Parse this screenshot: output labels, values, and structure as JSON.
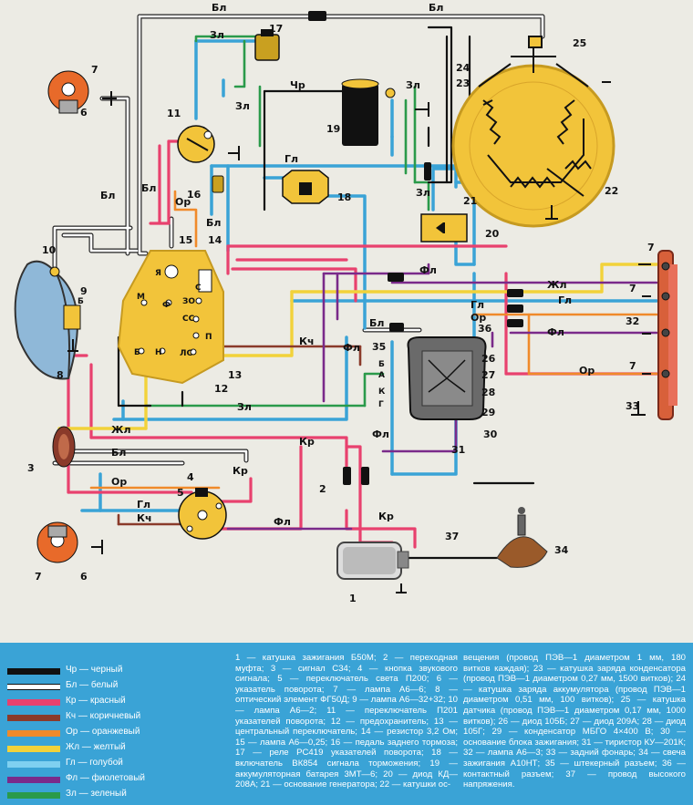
{
  "component_numbers": [
    "1",
    "2",
    "3",
    "4",
    "5",
    "6",
    "7",
    "8",
    "9",
    "10",
    "11",
    "12",
    "13",
    "14",
    "15",
    "16",
    "17",
    "18",
    "19",
    "20",
    "21",
    "22",
    "23",
    "24",
    "25",
    "26",
    "27",
    "28",
    "29",
    "30",
    "31",
    "32",
    "33",
    "34",
    "35",
    "36",
    "37"
  ],
  "wire_labels": {
    "top_bl_1": "Бл",
    "top_bl_2": "Бл",
    "zl_17": "Зл",
    "zl_left_vert": "Зл",
    "chr_19": "Чр",
    "zl_top": "Зл",
    "bl_left": "Бл",
    "bl_mid": "Бл",
    "or_11": "Ор",
    "bl_14": "Бл",
    "gl_18": "Гл",
    "zl_20": "Зл",
    "fl_20": "Фл",
    "zhl_right": "Жл",
    "gl_right": "Гл",
    "or_right": "Ор",
    "gl_conn": "Гл",
    "or_conn": "Ор",
    "bl_35": "Бл",
    "fl_36": "Фл",
    "kch_mid": "Кч",
    "fl_mid": "Фл",
    "or_33": "Ор",
    "zl_low": "Зл",
    "zhl_3": "Жл",
    "bl_3": "Бл",
    "kr_mid": "Кр",
    "fl_31": "Фл",
    "or_5": "Ор",
    "kr_4": "Кр",
    "gl_5": "Гл",
    "kch_5": "Кч",
    "fl_5": "Фл",
    "kr_1": "Кр"
  },
  "switch_terminals": {
    "m": "М",
    "f": "Ф",
    "zo": "ЗО",
    "s": "С",
    "ss": "СС",
    "b": "Б",
    "n": "Н",
    "p": "П",
    "ls": "ЛС",
    "ya": "Я"
  },
  "switch_b_label": "Б",
  "unit31_terminals": {
    "b": "Б",
    "a": "А",
    "k": "К",
    "g": "Г"
  },
  "legend": [
    {
      "color": "#111111",
      "text": "Чр — черный"
    },
    {
      "color": "#ffffff",
      "text": "Бл — белый"
    },
    {
      "color": "#e8416e",
      "text": "Кр — красный"
    },
    {
      "color": "#8a3a2a",
      "text": "Кч — коричневый"
    },
    {
      "color": "#f08a2a",
      "text": "Ор — оранжевый"
    },
    {
      "color": "#f2d23a",
      "text": "Жл — желтый"
    },
    {
      "color": "#7fd0f0",
      "text": "Гл — голубой"
    },
    {
      "color": "#7a2a8a",
      "text": "Фл — фиолетовый"
    },
    {
      "color": "#2a9a4a",
      "text": "Зл — зеленый"
    }
  ],
  "description_col1": "1 — катушка зажигания Б50М; 2 — переходная муфта; 3 — сигнал С34; 4 — кнопка звукового сигнала; 5 — переключатель света П200; 6 — указатель поворота; 7 — лампа А6—6; 8 — оптический элемент ФГ50Д; 9 — лампа А6—32+32; 10 — лампа А6—2; 11 — переключатель П201 указателей поворота; 12 — предохранитель; 13 — центральный переключатель; 14 — резистор 3,2 Ом; 15 — лампа А6—0,25; 16 — педаль заднего тормоза; 17 — реле РС419 указателей поворота; 18 — включатель ВК854 сигнала торможения; 19 — аккумуляторная батарея 3МТ—6; 20 — диод КД—208А; 21 — основание генератора; 22 — катушки ос-",
  "description_col2": "вещения (провод ПЭВ—1 диаметром 1 мм, 180 витков каждая); 23 — катушка заряда конденсатора (провод ПЭВ—1 диаметром 0,27 мм, 1500 витков); 24 — катушка заряда аккумулятора (провод ПЭВ—1 диаметром 0,51 мм, 100 витков); 25 — катушка датчика (провод ПЭВ—1 диаметром 0,17 мм, 1000 витков); 26 — диод 105Б; 27 — диод 209А; 28 — диод 105Г; 29 — конденсатор МБГО 4×400 В; 30 — основание блока зажигания; 31 — тиристор КУ—201К; 32 — лампа А6—3; 33 — задний фонарь; 34 — свеча зажигания А10НТ; 35 — штекерный разъем; 36 — контактный разъем; 37 — провод высокого напряжения."
}
